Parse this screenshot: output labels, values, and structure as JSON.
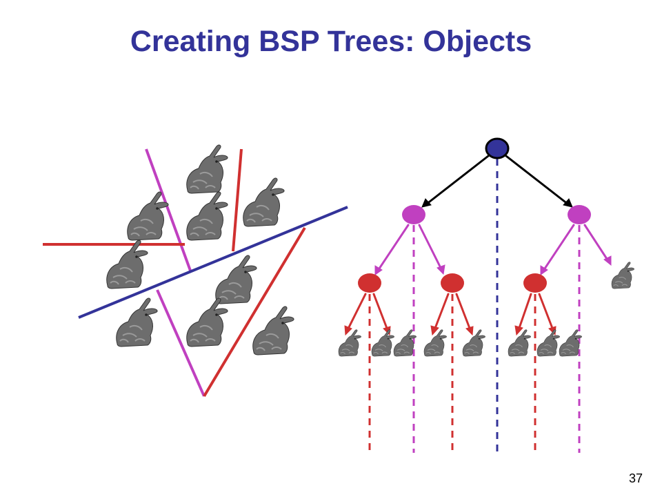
{
  "slide": {
    "title": "Creating BSP Trees: Objects",
    "page_number": "37"
  },
  "colors": {
    "title": "#333399",
    "root_split": "#333399",
    "second_split": "#c040c0",
    "third_split": "#d03030",
    "tree_edge": "#000000",
    "bunny": "#6d6d6d",
    "node_outline": "#000000"
  },
  "icons": {
    "object": "stanford-bunny-icon"
  },
  "diagram": {
    "scene": {
      "description_free": true,
      "object_count": 9
    },
    "tree": {
      "root": {
        "level": "root",
        "color_key": "root_split"
      },
      "level1": [
        {
          "color_key": "second_split"
        },
        {
          "color_key": "second_split"
        }
      ],
      "level2": [
        {
          "color_key": "third_split"
        },
        {
          "color_key": "third_split"
        },
        {
          "color_key": "third_split"
        }
      ],
      "leaf_object_count": 9
    }
  }
}
